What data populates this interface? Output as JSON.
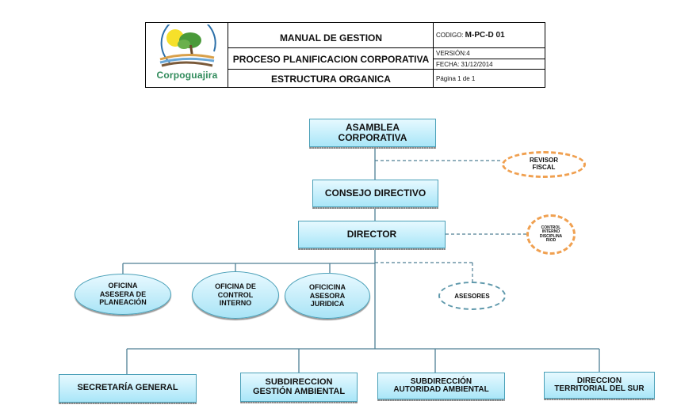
{
  "header": {
    "logo": {
      "name": "Corpoguajira",
      "icon": "corpoguajira-logo-icon"
    },
    "title": "MANUAL DE GESTION",
    "process": "PROCESO PLANIFICACION CORPORATIVA",
    "document": "ESTRUCTURA ORGANICA",
    "codigo_label": "CODIGO:",
    "codigo_value": "M-PC-D 01",
    "version": "VERSIÓN:4",
    "fecha": "FECHA: 31/12/2014",
    "pagina": "Página 1 de 1"
  },
  "org_chart": {
    "top": [
      {
        "id": "asamblea",
        "label_lines": [
          "ASAMBLEA",
          "CORPORATIVA"
        ]
      },
      {
        "id": "consejo",
        "label_lines": [
          "CONSEJO DIRECTIVO"
        ]
      },
      {
        "id": "director",
        "label_lines": [
          "DIRECTOR"
        ]
      }
    ],
    "dashed_units": [
      {
        "id": "revisor-fiscal",
        "label_lines": [
          "REVISOR",
          "FISCAL"
        ],
        "attached_to": "asamblea"
      },
      {
        "id": "control-interno-disciplinario",
        "label_lines": [
          "CONTROL",
          "INTERNO",
          "DISCIPLINA",
          "RIOD"
        ],
        "attached_to": "director"
      },
      {
        "id": "asesores",
        "label_lines": [
          "ASESORES"
        ],
        "attached_to": "director"
      }
    ],
    "offices": [
      {
        "id": "planeacion",
        "label_lines": [
          "OFICINA",
          "ASESERA DE",
          "PLANEACIÓN"
        ]
      },
      {
        "id": "control-interno",
        "label_lines": [
          "OFICINA DE",
          "CONTROL",
          "INTERNO"
        ]
      },
      {
        "id": "juridica",
        "label_lines": [
          "OFICICINA",
          "ASESORA",
          "JURIDICA"
        ]
      }
    ],
    "departments": [
      {
        "id": "secretaria",
        "label_lines": [
          "SECRETARÍA GENERAL"
        ]
      },
      {
        "id": "gestion-ambiental",
        "label_lines": [
          "SUBDIRECCION",
          "GESTIÓN AMBIENTAL"
        ]
      },
      {
        "id": "autoridad-ambiental",
        "label_lines": [
          "SUBDIRECCIÓN",
          "AUTORIDAD AMBIENTAL"
        ]
      },
      {
        "id": "territorial-sur",
        "label_lines": [
          "DIRECCION",
          "TERRITORIAL DEL SUR"
        ]
      }
    ]
  },
  "colors": {
    "box_border": "#4aa0b8",
    "box_fill_top": "#e6f9ff",
    "box_fill_bottom": "#a9e6f8",
    "connector": "#4f7f95",
    "dashed_oval_orange": "#f0a050",
    "logo_green": "#2f8a5a"
  }
}
